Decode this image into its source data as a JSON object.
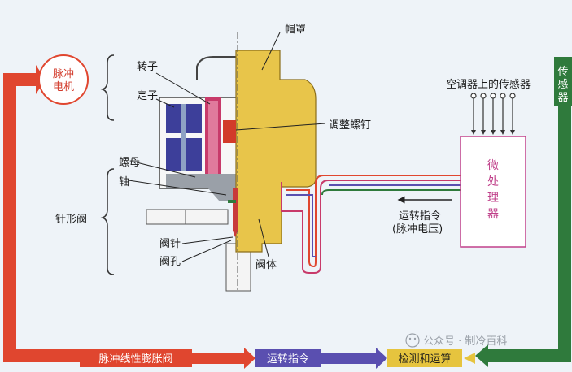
{
  "labels": {
    "pulse_motor": [
      "脉冲",
      "电机"
    ],
    "rotor": "转子",
    "stator": "定子",
    "cap": "帽罩",
    "adjust_screw": "调整螺钉",
    "nut": "螺母",
    "shaft": "轴",
    "needle_valve": "针形阀",
    "valve_needle": "阀针",
    "valve_orifice": "阀孔",
    "valve_body": "阀体",
    "ac_sensors": "空调器上的传感器",
    "microprocessor": [
      "微",
      "处",
      "理",
      "器"
    ],
    "run_command": "运转指令",
    "pulse_voltage": "(脉冲电压)",
    "sensor": [
      "传",
      "感",
      "器"
    ]
  },
  "flow_boxes": {
    "pulse_expansion_valve": "脉冲线性膨胀阀",
    "run_command": "运转指令",
    "detect_compute": "检测和运算"
  },
  "watermark": "公众号 · 制冷百科",
  "colors": {
    "red_arrow": "#e0462f",
    "blue_box": "#5a4fb0",
    "yellow_box": "#e6c43e",
    "green_arrow": "#2f7a3c",
    "valve_yellow": "#e8c54a",
    "microprocessor_border": "#c0408a"
  }
}
